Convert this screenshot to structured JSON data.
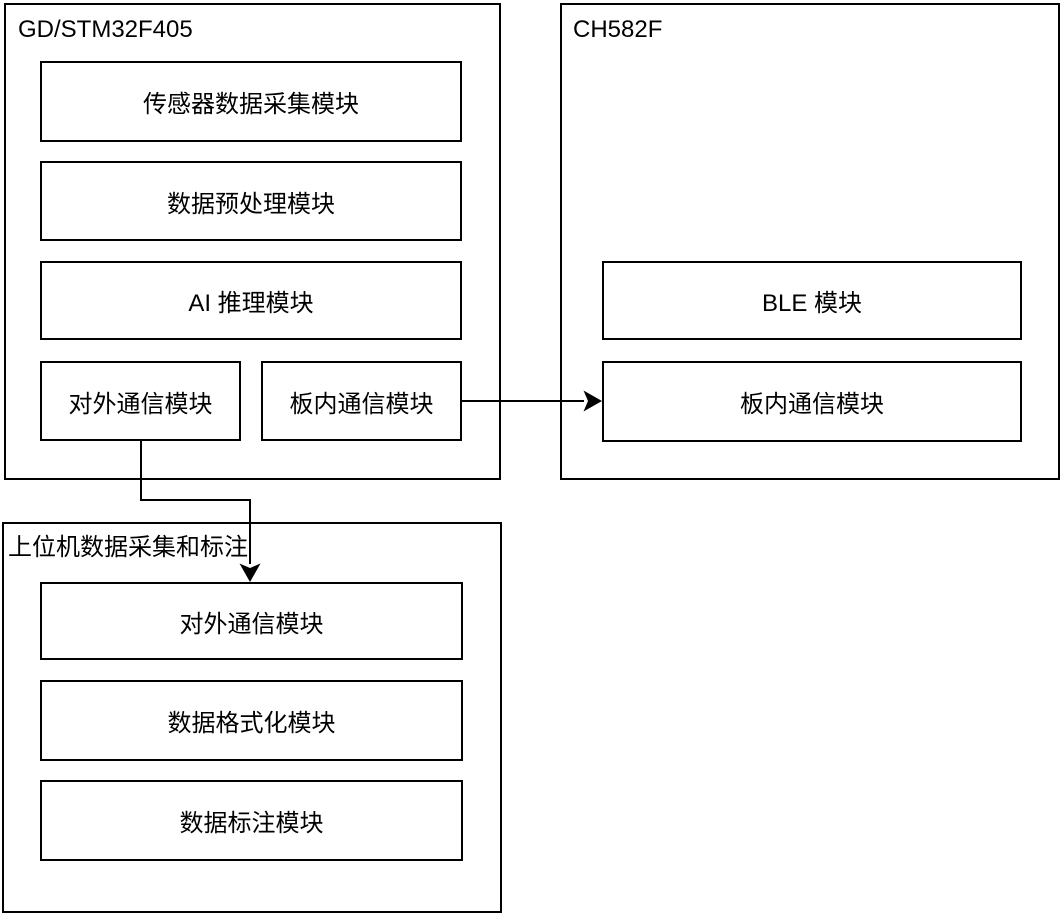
{
  "diagram": {
    "colors": {
      "stroke": "#000000",
      "background": "#ffffff",
      "text": "#000000"
    },
    "containers": [
      {
        "title": "GD/STM32F405",
        "modules": [
          {
            "label": "传感器数据采集模块"
          },
          {
            "label": "数据预处理模块"
          },
          {
            "label": "AI 推理模块"
          },
          {
            "label": "对外通信模块"
          },
          {
            "label": "板内通信模块"
          }
        ]
      },
      {
        "title": "CH582F",
        "modules": [
          {
            "label": "BLE 模块"
          },
          {
            "label": "板内通信模块"
          }
        ]
      },
      {
        "title": "上位机数据采集和标注",
        "modules": [
          {
            "label": "对外通信模块"
          },
          {
            "label": "数据格式化模块"
          },
          {
            "label": "数据标注模块"
          }
        ]
      }
    ],
    "connections": [
      {
        "from": "GD/STM32F405.板内通信模块",
        "to": "CH582F.板内通信模块",
        "style": "solid-arrow"
      },
      {
        "from": "GD/STM32F405.对外通信模块",
        "to": "上位机数据采集和标注.对外通信模块",
        "style": "solid-arrow-elbow"
      }
    ]
  }
}
